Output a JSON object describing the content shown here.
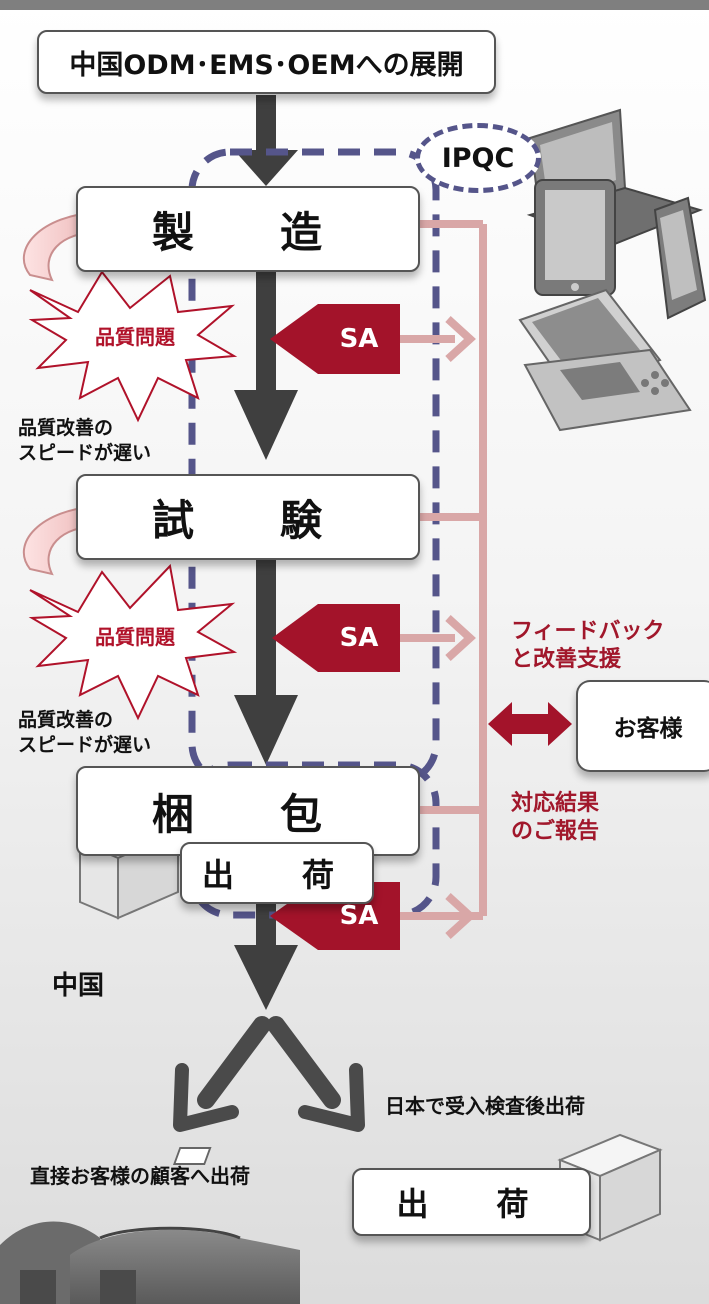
{
  "header": {
    "title": "中国ODM･EMS･OEMへの展開"
  },
  "ipqc": {
    "label": "IPQC"
  },
  "stages": {
    "manufacturing": "製　造",
    "testing": "試　験",
    "packing": "梱　包",
    "shipping_china": "出　荷",
    "shipping_japan": "出　荷"
  },
  "sa": {
    "label1": "SA",
    "label2": "SA",
    "label3": "SA"
  },
  "quality_issue": {
    "label1": "品質問題",
    "label2": "品質問題"
  },
  "slow_improvement": {
    "note1_line1": "品質改善の",
    "note1_line2": "スピードが遅い",
    "note2_line1": "品質改善の",
    "note2_line2": "スピードが遅い"
  },
  "feedback": {
    "line1": "フィードバック",
    "line2": "と改善支援"
  },
  "report": {
    "line1": "対応結果",
    "line2": "のご報告"
  },
  "customer": {
    "label": "お客様"
  },
  "locations": {
    "china": "中国",
    "japan_inspection": "日本で受入検査後出荷",
    "direct_ship": "直接お客様の顧客へ出荷"
  },
  "colors": {
    "dark_arrow": "#3f3f3f",
    "pink_arrow": "#d9a7a7",
    "sa_red": "#a3132a",
    "dashed_blue": "#55558a",
    "text_red": "#a1172b"
  },
  "icons": {
    "devices": "devices-illustration",
    "box": "box-icon",
    "warehouse": "warehouse-icon"
  }
}
